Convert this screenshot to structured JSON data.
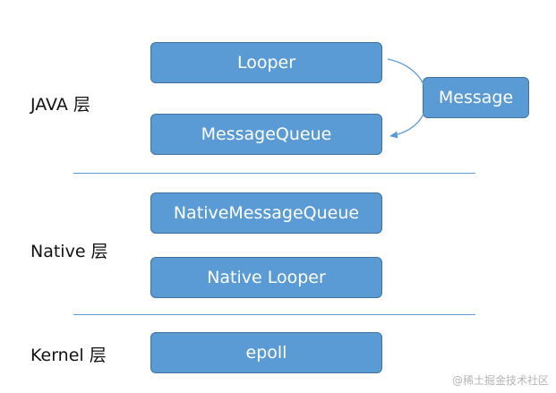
{
  "layers": {
    "java": {
      "label": "JAVA 层"
    },
    "native": {
      "label": "Native 层"
    },
    "kernel": {
      "label": "Kernel 层"
    }
  },
  "boxes": {
    "looper": "Looper",
    "message_queue": "MessageQueue",
    "message": "Message",
    "native_message_queue": "NativeMessageQueue",
    "native_looper": "Native Looper",
    "epoll": "epoll"
  },
  "watermark": "@稀土掘金技术社区",
  "colors": {
    "box_fill": "#5b9bd5",
    "box_border": "#41719c",
    "box_text": "#ffffff",
    "divider": "#5b9bd5",
    "arrow": "#5b9bd5"
  }
}
